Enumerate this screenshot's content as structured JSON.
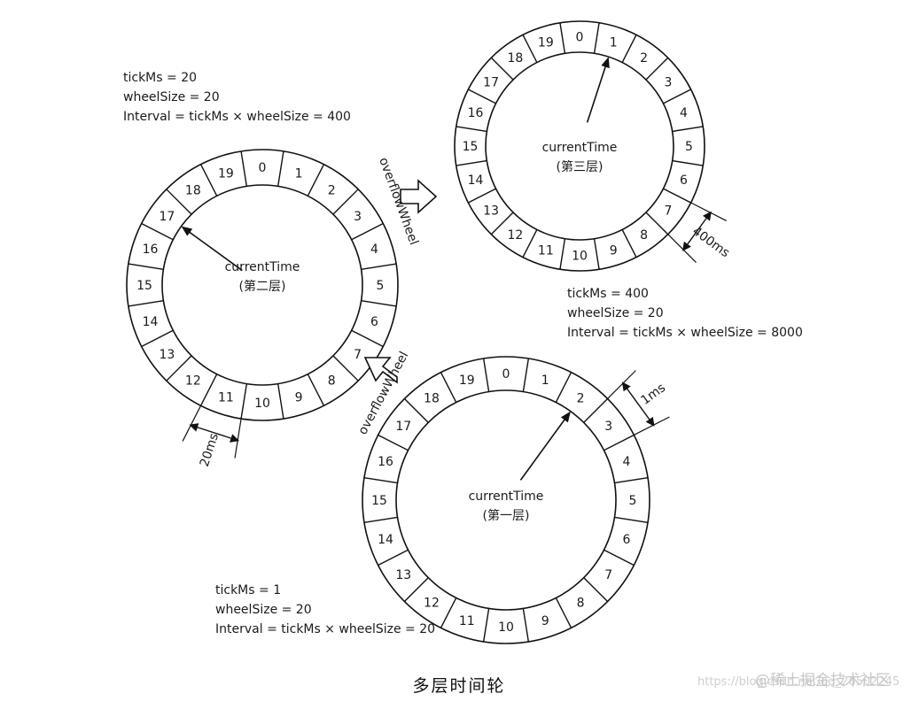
{
  "caption": "多层时间轮",
  "watermark": {
    "url": "https://blog.csdn.net/qq_26502245",
    "brand": "@稀土掘金技术社区"
  },
  "wheels": [
    {
      "id": "layer2",
      "slots": [
        "0",
        "1",
        "2",
        "3",
        "4",
        "5",
        "6",
        "7",
        "8",
        "9",
        "10",
        "11",
        "12",
        "13",
        "14",
        "15",
        "16",
        "17",
        "18",
        "19"
      ],
      "pointer_slot": 17,
      "center_line1": "currentTime",
      "center_line2": "(第二层)",
      "params": [
        "tickMs = 20",
        "wheelSize = 20",
        "Interval = tickMs × wheelSize = 400"
      ],
      "tick_label": "20ms"
    },
    {
      "id": "layer3",
      "slots": [
        "0",
        "1",
        "2",
        "3",
        "4",
        "5",
        "6",
        "7",
        "8",
        "9",
        "10",
        "11",
        "12",
        "13",
        "14",
        "15",
        "16",
        "17",
        "18",
        "19"
      ],
      "pointer_slot": 1,
      "center_line1": "currentTime",
      "center_line2": "(第三层)",
      "params": [
        "tickMs = 400",
        "wheelSize = 20",
        "Interval = tickMs × wheelSize = 8000"
      ],
      "tick_label": "400ms"
    },
    {
      "id": "layer1",
      "slots": [
        "0",
        "1",
        "2",
        "3",
        "4",
        "5",
        "6",
        "7",
        "8",
        "9",
        "10",
        "11",
        "12",
        "13",
        "14",
        "15",
        "16",
        "17",
        "18",
        "19"
      ],
      "pointer_slot": 2,
      "center_line1": "currentTime",
      "center_line2": "(第一层)",
      "params": [
        "tickMs = 1",
        "wheelSize = 20",
        "Interval = tickMs × wheelSize = 20"
      ],
      "tick_label": "1ms"
    }
  ],
  "overflow_labels": [
    "overflowWheel",
    "overflowWheel"
  ]
}
